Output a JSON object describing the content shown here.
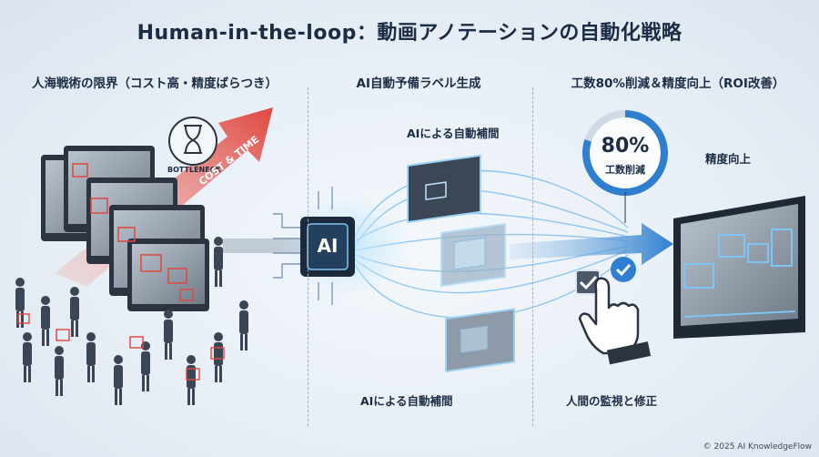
{
  "title": "Human-in-the-loop：動画アノテーションの自動化戦略",
  "sections": {
    "left": {
      "heading": "人海戦術の限界（コスト高・精度ばらつき）",
      "hourglass_label": "BOTTLENECK",
      "arrow_label": "COST & TIME"
    },
    "middle": {
      "heading": "AI自動予備ラベル生成",
      "chip_label": "AI",
      "caption_top": "AIによる自動補間",
      "caption_bottom": "AIによる自動補間"
    },
    "right": {
      "heading": "工数80%削減＆精度向上（ROI改善）",
      "gauge_value": "80%",
      "gauge_label": "工数削減",
      "gauge_fraction": 0.8,
      "accuracy_label": "精度向上",
      "human_label": "人間の監視と修正"
    }
  },
  "footer": {
    "copyright": "© 2025 AI KnowledgeFlow"
  },
  "colors": {
    "navy": "#1b2c44",
    "blue": "#2f7fd0",
    "light_blue": "#7fc4f2",
    "red": "#e0473f"
  }
}
